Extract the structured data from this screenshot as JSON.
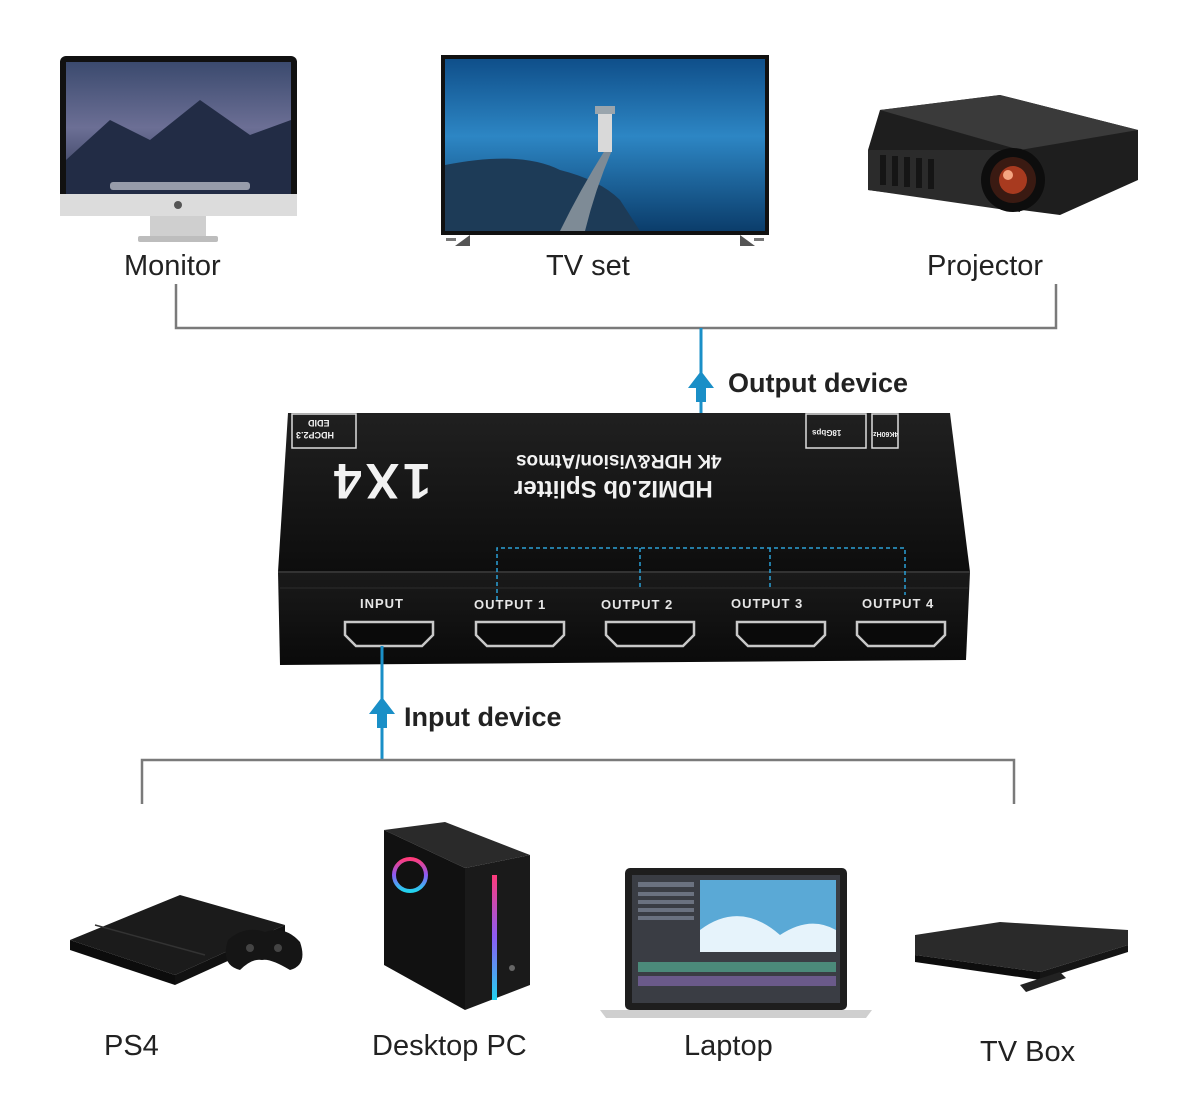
{
  "outputs": [
    {
      "label": "Monitor",
      "icon": "monitor-icon"
    },
    {
      "label": "TV set",
      "icon": "tv-icon"
    },
    {
      "label": "Projector",
      "icon": "projector-icon"
    }
  ],
  "inputs": [
    {
      "label": "PS4",
      "icon": "ps4-icon"
    },
    {
      "label": "Desktop PC",
      "icon": "desktop-pc-icon"
    },
    {
      "label": "Laptop",
      "icon": "laptop-icon"
    },
    {
      "label": "TV Box",
      "icon": "tv-box-icon"
    }
  ],
  "connectors": {
    "output_label": "Output device",
    "input_label": "Input device",
    "arrow_color": "#1a8fc7",
    "line_color": "#7a7a7a"
  },
  "splitter": {
    "title_big": "1X4",
    "title_line1": "HDMI2.0b Splitter",
    "title_line2": "4K HDR&Vision/Atmos",
    "badge_left_top": "HDCP2.3",
    "badge_left_bottom": "EDID",
    "badge_right_1": "4K60Hz",
    "badge_right_2": "18Gbps",
    "ports": [
      "INPUT",
      "OUTPUT 1",
      "OUTPUT 2",
      "OUTPUT 3",
      "OUTPUT 4"
    ],
    "body_color": "#151515"
  }
}
